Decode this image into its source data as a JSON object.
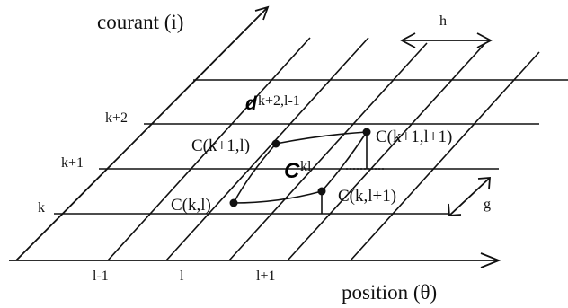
{
  "axes": {
    "vertical_label": "courant (i)",
    "horizontal_label": "position (θ)"
  },
  "row_labels": [
    "k",
    "k+1",
    "k+2"
  ],
  "column_labels": [
    "l-1",
    "l",
    "l+1"
  ],
  "step_labels": {
    "h": "h",
    "g": "g"
  },
  "node_labels": {
    "c_k_l": "C(k,l)",
    "c_k1_l": "C(k+1,l)",
    "c_k1_l1": "C(k+1,l+1)",
    "c_k_l1": "C(k,l+1)"
  },
  "cell_label": {
    "main": "C",
    "sub": "kl"
  },
  "diag_label": {
    "main": "d",
    "sub": "k+2,l-1"
  }
}
